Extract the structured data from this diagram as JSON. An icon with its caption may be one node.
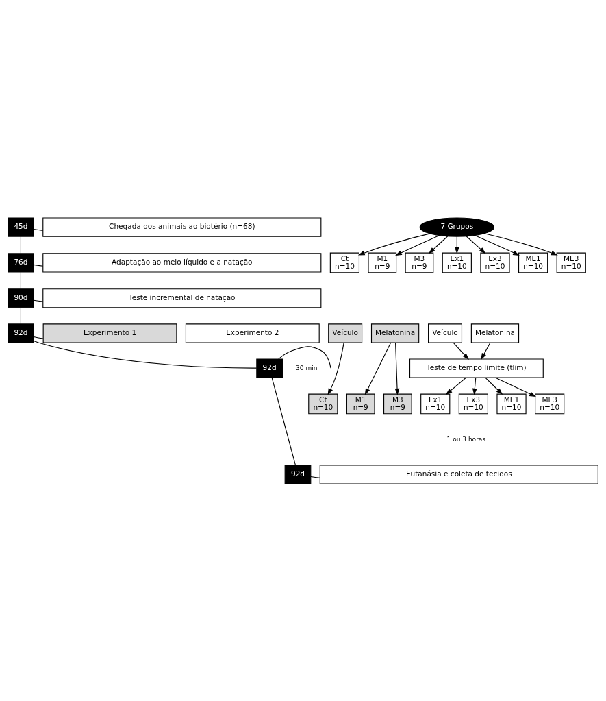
{
  "diagram": {
    "nodes": [
      {
        "text": [
          "45d"
        ]
      },
      {
        "text": [
          "Chegada dos animais ao biotério (n=68)"
        ]
      },
      {
        "text": [
          "7 Grupos"
        ]
      },
      {
        "text": [
          "Ct",
          "n=10"
        ]
      },
      {
        "text": [
          "M1",
          "n=9"
        ]
      },
      {
        "text": [
          "M3",
          "n=9"
        ]
      },
      {
        "text": [
          "Ex1",
          "n=10"
        ]
      },
      {
        "text": [
          "Ex3",
          "n=10"
        ]
      },
      {
        "text": [
          "ME1",
          "n=10"
        ]
      },
      {
        "text": [
          "ME3",
          "n=10"
        ]
      },
      {
        "text": [
          "76d"
        ]
      },
      {
        "text": [
          "Adaptação ao meio líquido e a natação"
        ]
      },
      {
        "text": [
          "90d"
        ]
      },
      {
        "text": [
          "Teste incremental de natação"
        ]
      },
      {
        "text": [
          "92d"
        ]
      },
      {
        "text": [
          "Experimento 1"
        ]
      },
      {
        "text": [
          "Experimento 2"
        ]
      },
      {
        "text": [
          "Veículo"
        ]
      },
      {
        "text": [
          "Melatonina"
        ]
      },
      {
        "text": [
          "Veículo"
        ]
      },
      {
        "text": [
          "Melatonina"
        ]
      },
      {
        "text": [
          "92d"
        ]
      },
      {
        "text": [
          "Teste de tempo limite (tlim)"
        ]
      },
      {
        "text": [
          "Ct",
          "n=10"
        ]
      },
      {
        "text": [
          "M1",
          "n=9"
        ]
      },
      {
        "text": [
          "M3",
          "n=9"
        ]
      },
      {
        "text": [
          "Ex1",
          "n=10"
        ]
      },
      {
        "text": [
          "Ex3",
          "n=10"
        ]
      },
      {
        "text": [
          "ME1",
          "n=10"
        ]
      },
      {
        "text": [
          "ME3",
          "n=10"
        ]
      },
      {
        "text": [
          "92d"
        ]
      },
      {
        "text": [
          "Eutanásia e coleta de tecidos"
        ]
      }
    ],
    "edges": [
      {
        "from": 0,
        "to": 10,
        "arrow": "none"
      },
      {
        "from": 10,
        "to": 12,
        "arrow": "none"
      },
      {
        "from": 12,
        "to": 14,
        "arrow": "none"
      },
      {
        "from": 14,
        "to": 21,
        "arrow": "none"
      },
      {
        "from": 21,
        "to": 30,
        "arrow": "none"
      },
      {
        "from": 0,
        "to": 1,
        "arrow": "none"
      },
      {
        "from": 2,
        "to": 3,
        "arrow": "to"
      },
      {
        "from": 2,
        "to": 4,
        "arrow": "to"
      },
      {
        "from": 2,
        "to": 5,
        "arrow": "to"
      },
      {
        "from": 2,
        "to": 6,
        "arrow": "to"
      },
      {
        "from": 2,
        "to": 7,
        "arrow": "to"
      },
      {
        "from": 2,
        "to": 8,
        "arrow": "to"
      },
      {
        "from": 2,
        "to": 9,
        "arrow": "to"
      },
      {
        "from": 10,
        "to": 11,
        "arrow": "none"
      },
      {
        "from": 12,
        "to": 13,
        "arrow": "none"
      },
      {
        "from": 14,
        "to": 15,
        "arrow": "none"
      },
      {
        "from": 21,
        "to": null,
        "arrow": "none"
      },
      {
        "from": 17,
        "to": 23,
        "arrow": "to"
      },
      {
        "from": 18,
        "to": 24,
        "arrow": "to"
      },
      {
        "from": 18,
        "to": 25,
        "arrow": "to"
      },
      {
        "from": 19,
        "to": 22,
        "arrow": "to"
      },
      {
        "from": 20,
        "to": 22,
        "arrow": "to"
      },
      {
        "from": 22,
        "to": 26,
        "arrow": "to"
      },
      {
        "from": 22,
        "to": 27,
        "arrow": "to"
      },
      {
        "from": 22,
        "to": 28,
        "arrow": "to"
      },
      {
        "from": 22,
        "to": 29,
        "arrow": "to"
      },
      {
        "from": 30,
        "to": 31,
        "arrow": "none"
      }
    ],
    "labels": [
      "30 min",
      "1 ou 3 horas"
    ]
  }
}
